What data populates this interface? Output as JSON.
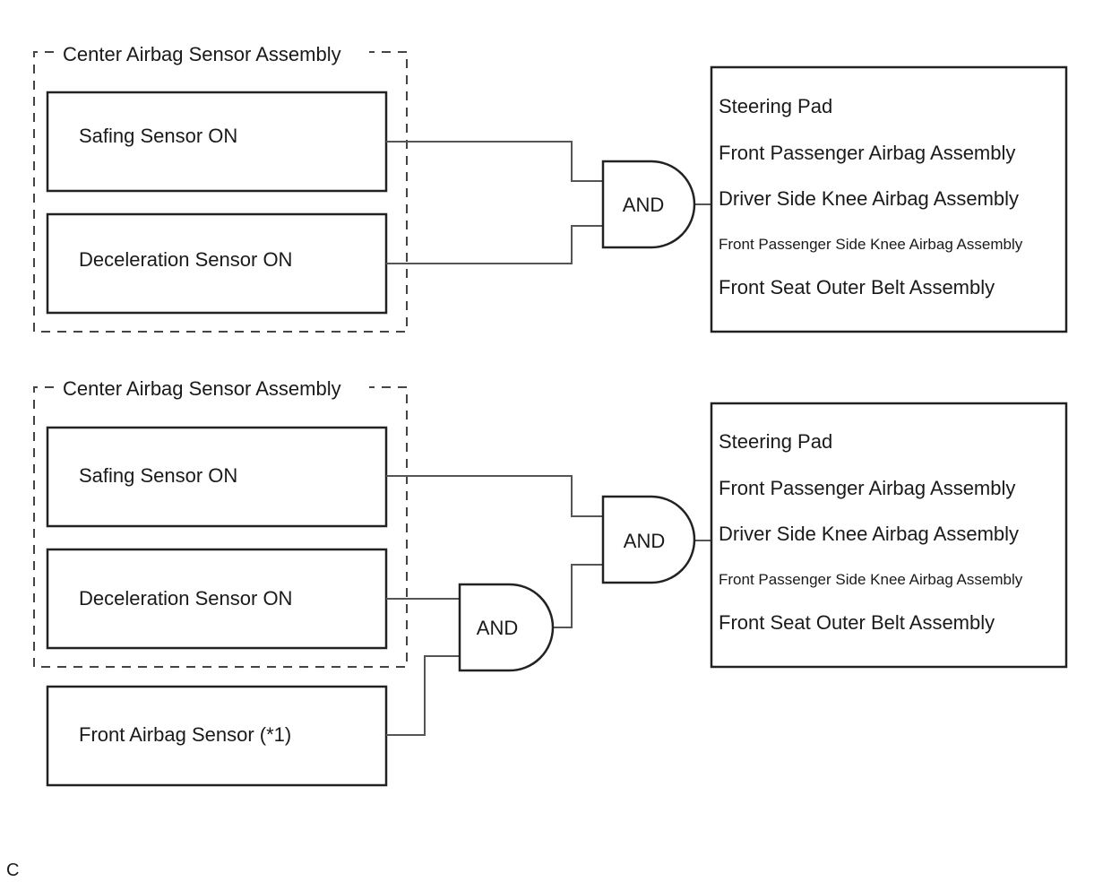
{
  "diagrams": [
    {
      "group_label": "Center Airbag Sensor Assembly",
      "inputs": [
        {
          "label": "Safing Sensor ON"
        },
        {
          "label": "Deceleration Sensor ON"
        }
      ],
      "gates": [
        {
          "label": "AND"
        }
      ],
      "outputs": [
        "Steering Pad",
        "Front Passenger Airbag Assembly",
        "Driver Side Knee Airbag Assembly",
        "Front Passenger Side Knee Airbag Assembly",
        "Front Seat Outer Belt Assembly"
      ]
    },
    {
      "group_label": "Center Airbag Sensor Assembly",
      "inputs": [
        {
          "label": "Safing Sensor ON"
        },
        {
          "label": "Deceleration Sensor ON"
        },
        {
          "label": "Front Airbag Sensor (*1)"
        }
      ],
      "gates": [
        {
          "label": "AND"
        },
        {
          "label": "AND"
        }
      ],
      "outputs": [
        "Steering Pad",
        "Front Passenger Airbag Assembly",
        "Driver Side Knee Airbag Assembly",
        "Front Passenger Side Knee Airbag Assembly",
        "Front Seat Outer Belt Assembly"
      ]
    }
  ],
  "corner_label": "C"
}
